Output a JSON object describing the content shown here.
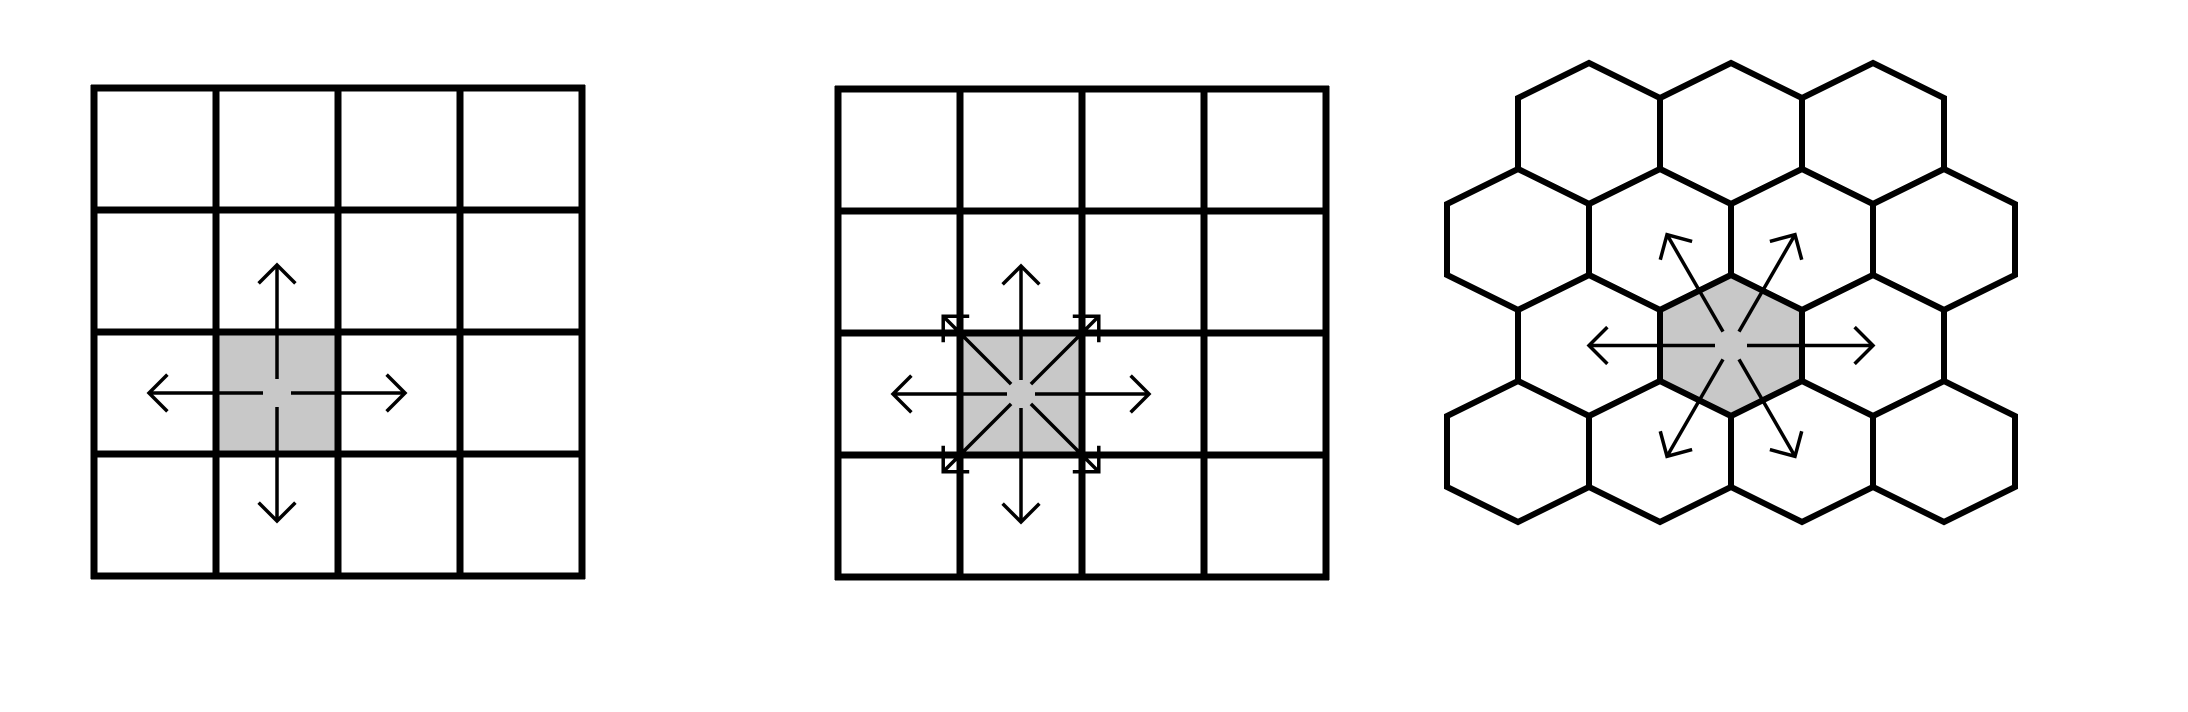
{
  "colors": {
    "background": "#ffffff",
    "line": "#000000",
    "center_fill": "#c8c8c8"
  },
  "diagrams": [
    {
      "id": "square-grid-4-neighbors",
      "rows": 4,
      "cols": 4,
      "center_cell": {
        "row": 2,
        "col": 1
      },
      "neighbor_directions": [
        "north",
        "west",
        "east",
        "south"
      ]
    },
    {
      "id": "square-grid-8-neighbors",
      "rows": 4,
      "cols": 4,
      "center_cell": {
        "row": 2,
        "col": 1
      },
      "neighbor_directions": [
        "northwest",
        "north",
        "northeast",
        "west",
        "east",
        "southwest",
        "south",
        "southeast"
      ]
    },
    {
      "id": "hex-grid-6-neighbors",
      "rows": 4,
      "row_counts": [
        3,
        4,
        3,
        4
      ],
      "center_cell": {
        "row": 2,
        "index": 1
      },
      "neighbor_directions": [
        "northwest",
        "northeast",
        "west",
        "east",
        "southwest",
        "southeast"
      ]
    }
  ]
}
